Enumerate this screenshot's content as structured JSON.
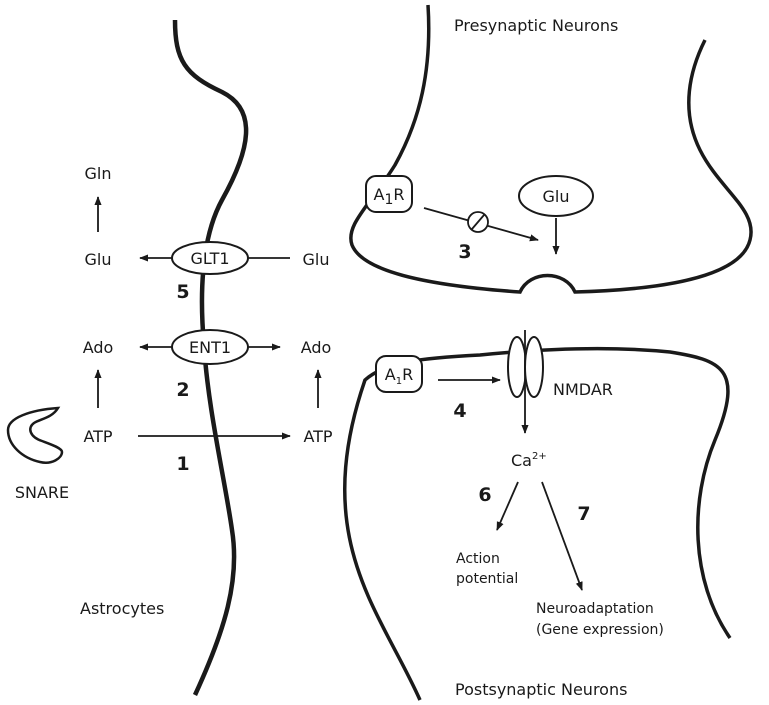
{
  "regions": {
    "presynaptic": "Presynaptic Neurons",
    "postsynaptic": "Postsynaptic Neurons",
    "astrocytes": "Astrocytes"
  },
  "astrocyte_side": {
    "gln": "Gln",
    "glu": "Glu",
    "ado": "Ado",
    "atp": "ATP",
    "snare": "SNARE"
  },
  "transporters": {
    "glt1": "GLT1",
    "ent1": "ENT1"
  },
  "extracellular": {
    "glu": "Glu",
    "ado": "Ado",
    "atp": "ATP"
  },
  "presynaptic_elements": {
    "receptor_main": "A",
    "receptor_sub": "1",
    "receptor_tail": "R",
    "vesicle": "Glu"
  },
  "postsynaptic_elements": {
    "receptor_main": "A",
    "receptor_sub": "1",
    "receptor_tail": "R",
    "nmdar": "NMDAR",
    "calcium_main": "Ca",
    "calcium_sup": "2+",
    "action_potential_line1": "Action",
    "action_potential_line2": "potential",
    "neuroadaptation_line1": "Neuroadaptation",
    "neuroadaptation_line2": "(Gene expression)"
  },
  "step_numbers": {
    "s1": "1",
    "s2": "2",
    "s3": "3",
    "s4": "4",
    "s5": "5",
    "s6": "6",
    "s7": "7"
  }
}
